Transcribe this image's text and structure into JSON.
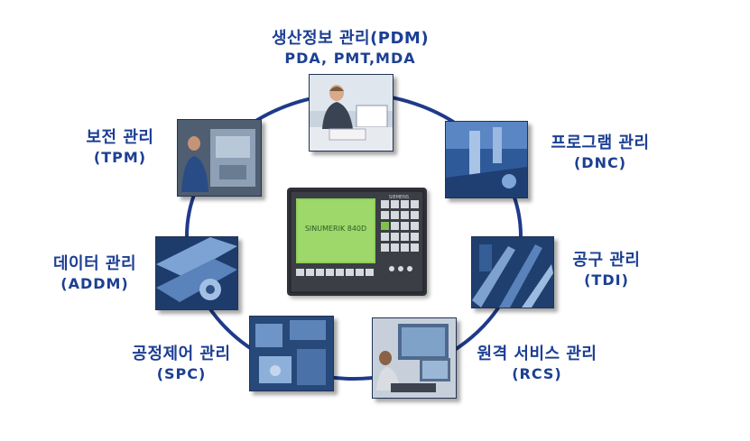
{
  "nodes": {
    "pdm": {
      "line1": "생산정보 관리(PDM)",
      "line2": "PDA, PMT,MDA"
    },
    "dnc": {
      "line1": "프로그램 관리",
      "line2": "(DNC)"
    },
    "tdi": {
      "line1": "공구 관리",
      "line2": "(TDI)"
    },
    "rcs": {
      "line1": "원격 서비스 관리",
      "line2": "(RCS)"
    },
    "spc": {
      "line1": "공정제어 관리",
      "line2": "(SPC)"
    },
    "addm": {
      "line1": "데이터 관리",
      "line2": "(ADDM)"
    },
    "tpm": {
      "line1": "보전 관리",
      "line2": "(TPM)"
    }
  },
  "center_panel": {
    "screen_text": "SINUMERIK 840D",
    "brand": "SIEMENS"
  },
  "colors": {
    "label": "#1c3f93",
    "ring": "#1f3a8a",
    "panel_body": "#2f3136",
    "panel_screen": "#8fd05a"
  }
}
